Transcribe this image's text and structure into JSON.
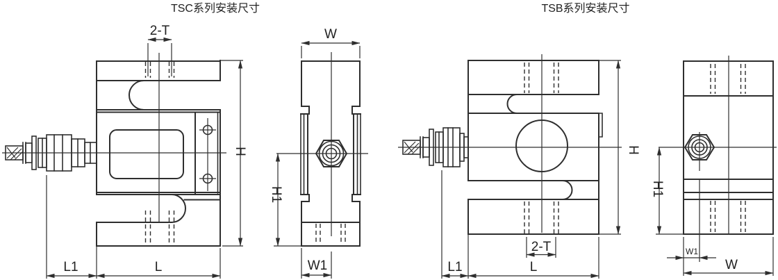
{
  "colors": {
    "line": "#2e2e2e",
    "background": "#ffffff"
  },
  "tsc": {
    "title": "TSC系列安装尺寸",
    "front": {
      "dim_holes": "2-T",
      "dim_height": "H",
      "dim_cable": "L1",
      "dim_length": "L"
    },
    "side": {
      "dim_width": "W",
      "dim_h1": "H1",
      "dim_w1": "W1"
    }
  },
  "tsb": {
    "title": "TSB系列安装尺寸",
    "front": {
      "dim_holes": "2-T",
      "dim_height": "H",
      "dim_cable": "L1",
      "dim_length": "L"
    },
    "side": {
      "dim_h1": "H1",
      "dim_w1": "W1",
      "dim_width": "W"
    }
  }
}
